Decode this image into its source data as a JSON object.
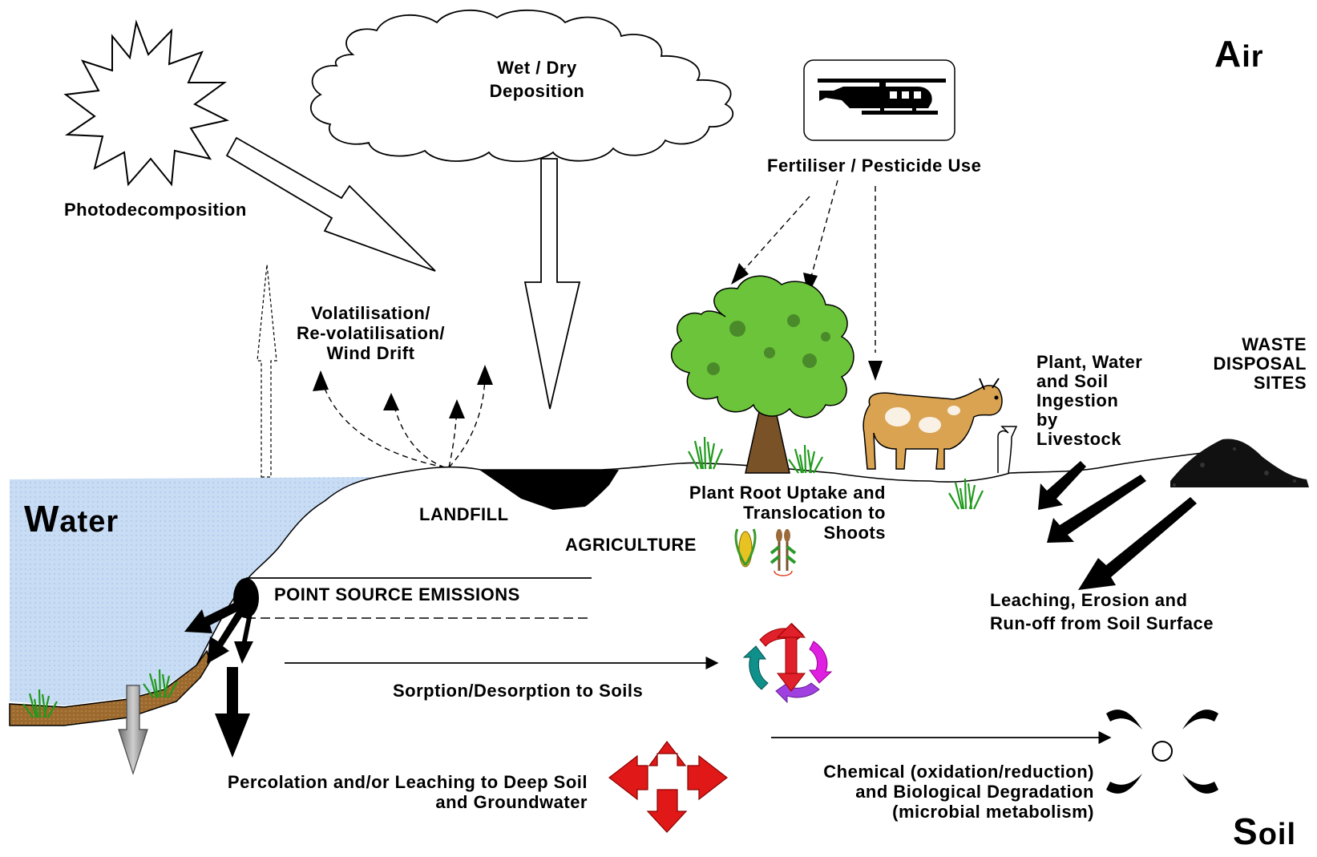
{
  "compartments": {
    "air": {
      "initial": "A",
      "rest": "ir"
    },
    "water": {
      "initial": "W",
      "rest": "ater"
    },
    "soil": {
      "initial": "S",
      "rest": "oil"
    }
  },
  "processes": {
    "photodecomposition": "Photodecomposition",
    "deposition": [
      "Wet / Dry",
      "Deposition"
    ],
    "fertiliser": "Fertiliser / Pesticide Use",
    "volatilisation": [
      "Volatilisation/",
      "Re-volatilisation/",
      "Wind Drift"
    ],
    "ingestion": [
      "Plant, Water",
      "and Soil",
      "Ingestion",
      "by",
      "Livestock"
    ],
    "waste_sites": [
      "WASTE",
      "DISPOSAL",
      "SITES"
    ],
    "landfill": "LANDFILL",
    "root_uptake": [
      "Plant Root Uptake and",
      "Translocation to",
      "Shoots"
    ],
    "agriculture": "AGRICULTURE",
    "point_source": "POINT SOURCE EMISSIONS",
    "leaching_surface": [
      "Leaching, Erosion and",
      "Run-off from Soil Surface"
    ],
    "sorption": "Sorption/Desorption to Soils",
    "percolation": [
      "Percolation and/or Leaching to Deep Soil",
      "and Groundwater"
    ],
    "degradation": [
      "Chemical (oxidation/reduction)",
      "and Biological Degradation",
      "(microbial metabolism)"
    ]
  },
  "icons": [
    "sun-icon",
    "cloud-icon",
    "helicopter-icon",
    "tree-icon",
    "cow-icon",
    "grass-icon",
    "waste-pile-icon",
    "corn-icon",
    "crop-plant-icon",
    "cycle-arrows-icon",
    "four-way-arrows-icon",
    "degradation-icon",
    "pipe-outlet-icon"
  ],
  "colors": {
    "water": "#c8dcf4",
    "sediment": "#9c6a2e",
    "grass": "#22a81e",
    "tree_foliage": "#6cc43a",
    "tree_trunk": "#7a5228",
    "cow": "#d9a352",
    "red_arrows": "#e01818",
    "cycle_red": "#e0202a",
    "cycle_magenta": "#e020e0",
    "cycle_teal": "#10908a",
    "cycle_purple": "#a040e0"
  }
}
